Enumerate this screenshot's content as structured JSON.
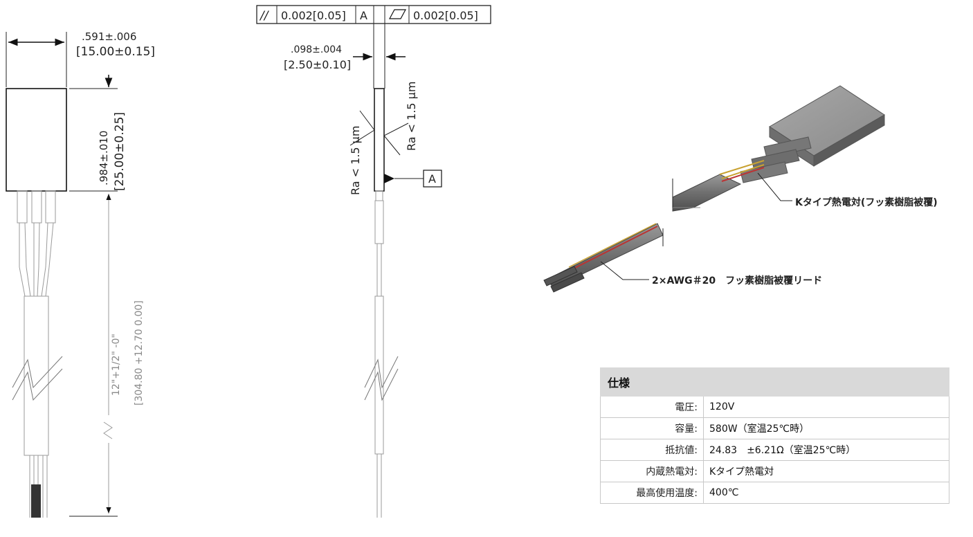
{
  "front_view": {
    "width_dim": ".591±.006",
    "width_dim_mm": "[15.00±0.15]",
    "height_dim": ".984±.010",
    "height_dim_mm": "[25.00±0.25]",
    "lead_len": "12\"+1/2\" -0\"",
    "lead_len_mm": "[304.80 +12.70 0.00]"
  },
  "side_view": {
    "parallelism_symbol": "//",
    "parallelism_value": "0.002[0.05]",
    "datum": "A",
    "flatness_value": "0.002[0.05]",
    "thickness_dim": ".098±.004",
    "thickness_dim_mm": "[2.50±0.10]",
    "roughness_left": "Ra < 1.5 µm",
    "roughness_right": "Ra < 1.5 µm",
    "datum_label": "A"
  },
  "photo_labels": {
    "thermocouple": "Kタイプ熱電対(フッ素樹脂被覆)",
    "leads": "2×AWG＃20　フッ素樹脂被覆リード"
  },
  "spec_table": {
    "title": "仕様",
    "rows": [
      {
        "key": "電圧:",
        "value": "120V"
      },
      {
        "key": "容量:",
        "value": "580W（室温25℃時）"
      },
      {
        "key": "抵抗値:",
        "value": "24.83　±6.21Ω（室温25℃時）"
      },
      {
        "key": "内蔵熱電対:",
        "value": "Kタイプ熱電対"
      },
      {
        "key": "最高使用温度:",
        "value": "400℃"
      }
    ]
  }
}
